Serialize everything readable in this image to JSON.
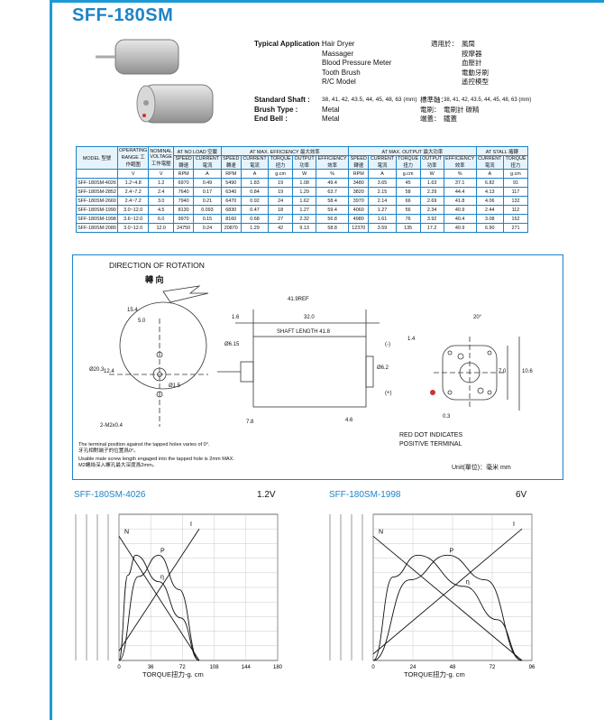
{
  "header": {
    "title": "SFF-180SM"
  },
  "specs": {
    "application_label": "Typical Application :",
    "applications": [
      "Hair Dryer",
      "Massager",
      "Blood Pressure Meter",
      "Tooth Brush",
      "R/C Model"
    ],
    "applications_cn_label": "適用於：",
    "applications_cn": [
      "風筒",
      "按摩器",
      "血壓計",
      "電動牙刷",
      "遙控模型"
    ],
    "shaft_label": "Standard Shaft :",
    "shaft_value": "38, 41, 42, 43.5, 44, 45, 48, 63 (mm)",
    "shaft_cn_label": "標準軸：",
    "shaft_cn_value": "38, 41, 42, 43.5, 44, 45, 48, 63 (mm)",
    "brush_label": "Brush Type :",
    "brush_value": "Metal",
    "brush_cn_label": "電刷：",
    "brush_cn_value": "電刷計  碳精",
    "endbell_label": "End Bell :",
    "endbell_value": "Metal",
    "endbell_cn_label": "端蓋：",
    "endbell_cn_value": "鐵蓋"
  },
  "table": {
    "groups": [
      "MODEL 型號",
      "OPERATING RANGE 工作範圍",
      "NOMINAL VOLTAGE 工作電壓",
      "AT NO LOAD 空載",
      "AT MAX. EFFICIENCY 最大效率",
      "AT MAX. OUTPUT 最大功率",
      "AT STALL 堵轉"
    ],
    "subheads": [
      "SPEED 轉速",
      "CURRENT 電流",
      "SPEED 轉速",
      "CURRENT 電流",
      "TORQUE 扭力",
      "OUTPUT 功率",
      "EFFICIENCY 效率",
      "SPEED 轉速",
      "CURRENT 電流",
      "TORQUE 扭力",
      "OUTPUT 功率",
      "EFFICIENCY 效率",
      "CURRENT 電流",
      "TORQUE 扭力"
    ],
    "units": [
      "",
      "V",
      "V",
      "RPM",
      "A",
      "RPM",
      "A",
      "g.cm",
      "W",
      "%",
      "RPM",
      "A",
      "g.cm",
      "W",
      "%",
      "A",
      "g.cm"
    ],
    "rows": [
      [
        "SFF-180SM-4026",
        "1.2~4.8",
        "1.2",
        "6970",
        "0.49",
        "5490",
        "1.83",
        "19",
        "1.08",
        "49.4",
        "3480",
        "3.65",
        "45",
        "1.63",
        "37.1",
        "6.82",
        "91"
      ],
      [
        "SFF-180SM-2852",
        "2.4~7.2",
        "2.4",
        "7640",
        "0.17",
        "6340",
        "0.84",
        "19",
        "1.29",
        "63.7",
        "3820",
        "2.15",
        "58",
        "2.29",
        "44.4",
        "4.13",
        "117"
      ],
      [
        "SFF-180SM-2660",
        "2.4~7.2",
        "3.0",
        "7940",
        "0.21",
        "6470",
        "0.92",
        "24",
        "1.62",
        "58.4",
        "3970",
        "2.14",
        "66",
        "2.69",
        "41.8",
        "4.06",
        "132"
      ],
      [
        "SFF-180SM-1990",
        "3.0~12.0",
        "4.5",
        "8130",
        "0.093",
        "6830",
        "0.47",
        "18",
        "1.27",
        "59.4",
        "4060",
        "1.27",
        "56",
        "2.34",
        "40.9",
        "2.44",
        "112"
      ],
      [
        "SFF-180SM-1998",
        "3.6~12.0",
        "6.0",
        "9970",
        "0.15",
        "8160",
        "0.68",
        "27",
        "2.32",
        "56.8",
        "4980",
        "1.61",
        "76",
        "3.92",
        "40.4",
        "3.08",
        "152"
      ],
      [
        "SFF-180SM-2080",
        "3.0~12.0",
        "12.0",
        "24750",
        "0.24",
        "20870",
        "1.29",
        "42",
        "9.13",
        "58.8",
        "12370",
        "3.59",
        "135",
        "17.2",
        "40.9",
        "6.90",
        "271"
      ]
    ]
  },
  "drawing": {
    "direction_label": "DIRECTION OF ROTATION",
    "direction_cn": "轉 向",
    "dims": {
      "d419": "41.9REF",
      "d154": "15.4",
      "d50": "5.0",
      "d16": "1.6",
      "d320": "32.0",
      "shaft_length": "SHAFT LENGTH 41.8",
      "d203": "Ø20.3",
      "d124": "12.4",
      "d15": "Ø1.5",
      "d615": "Ø6.15",
      "d62": "Ø6.2",
      "d78": "7.8",
      "d46": "4.6",
      "d14": "1.4",
      "d20": "20°",
      "d70": "7.0",
      "d106": "10.6",
      "d03": "0.3",
      "screw": "2-M2x0.4",
      "minus": "(-)",
      "plus": "(+)"
    },
    "red_dot_1": "RED DOT INDICATES",
    "red_dot_2": "POSITIVE TERMINAL",
    "note1": "The terminal position against the tapped holes varies of 0°.",
    "note1_cn": "牙孔相對端子的位置爲0°。",
    "note2": "Usable male screw length engaged into the tapped hole is 2mm MAX.",
    "note2_cn": "M2螺絲深入螺孔最大深度爲2mm。",
    "unit": "Unit(單位)：毫米 mm"
  },
  "charts": [
    {
      "title": "SFF-180SM-4026",
      "voltage": "1.2V",
      "xlabel": "TORQUE扭力-g. cm",
      "xticks": [
        "0",
        "36",
        "72",
        "108",
        "144",
        "180"
      ]
    },
    {
      "title": "SFF-180SM-1998",
      "voltage": "6V",
      "xlabel": "TORQUE扭力-g. cm",
      "xticks": [
        "0",
        "24",
        "48",
        "72",
        "96"
      ]
    }
  ],
  "chart_data": [
    {
      "type": "line",
      "title": "SFF-180SM-4026",
      "xlabel": "TORQUE扭力-g. cm",
      "xlim": [
        0,
        180
      ],
      "series": [
        {
          "name": "N",
          "x": [
            0,
            91
          ],
          "y": [
            6970,
            0
          ]
        },
        {
          "name": "I",
          "x": [
            0,
            91
          ],
          "y": [
            0.49,
            6.82
          ]
        },
        {
          "name": "P",
          "x": [
            0,
            22,
            45,
            68,
            91
          ],
          "y": [
            0,
            1.3,
            1.63,
            1.1,
            0
          ]
        },
        {
          "name": "η",
          "x": [
            0,
            10,
            19,
            45,
            70,
            91
          ],
          "y": [
            0,
            40,
            49.4,
            37,
            20,
            0
          ]
        }
      ]
    },
    {
      "type": "line",
      "title": "SFF-180SM-1998",
      "xlabel": "TORQUE扭力-g. cm",
      "xlim": [
        0,
        96
      ],
      "series": [
        {
          "name": "N",
          "x": [
            0,
            90
          ],
          "y": [
            9970,
            0
          ]
        },
        {
          "name": "I",
          "x": [
            0,
            90
          ],
          "y": [
            0.15,
            3.08
          ]
        },
        {
          "name": "P",
          "x": [
            0,
            22,
            45,
            68,
            90
          ],
          "y": [
            0,
            3.0,
            3.92,
            3.0,
            0
          ]
        },
        {
          "name": "η",
          "x": [
            0,
            12,
            27,
            55,
            75,
            90
          ],
          "y": [
            0,
            45,
            56.8,
            40,
            22,
            0
          ]
        }
      ]
    }
  ]
}
